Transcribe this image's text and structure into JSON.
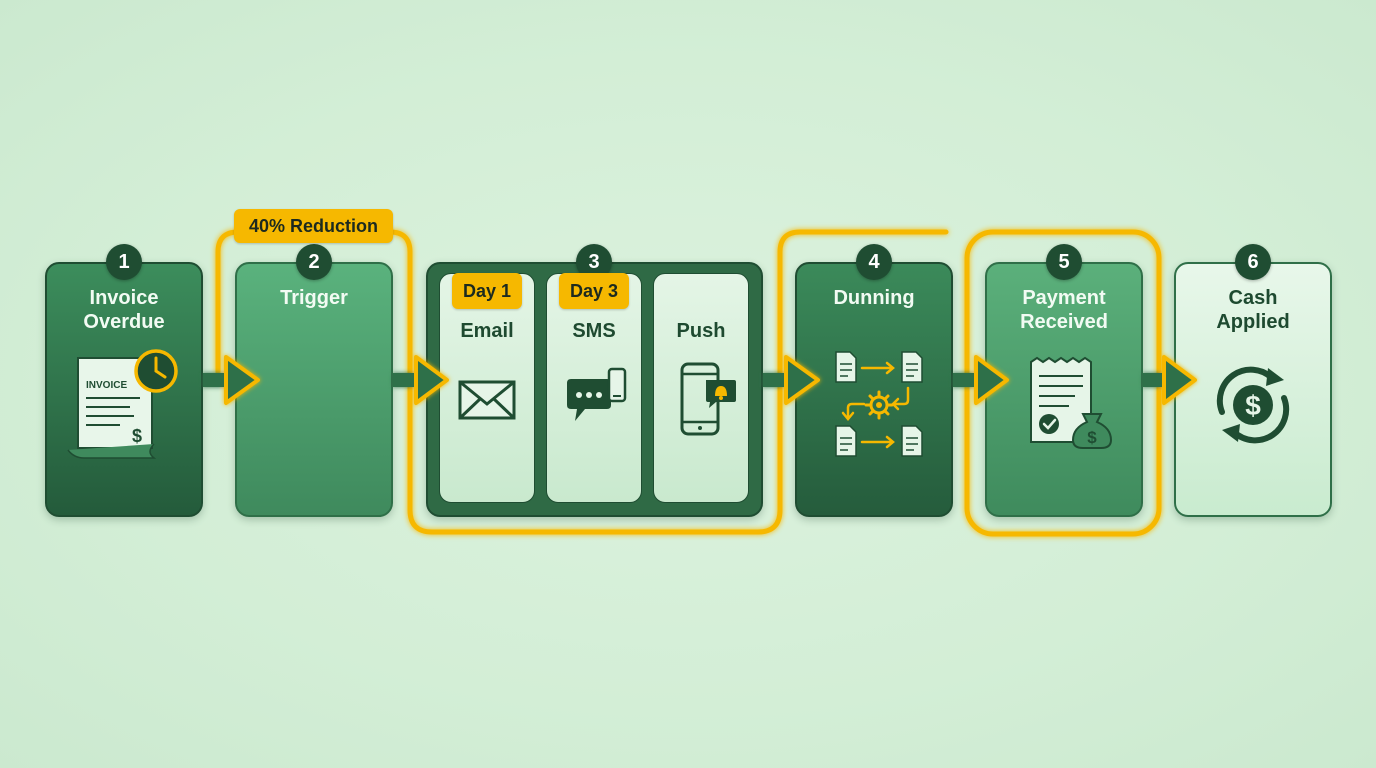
{
  "highlight_badge": "40% Reduction",
  "steps": [
    {
      "number": "1",
      "title_line1": "Invoice",
      "title_line2": "Overdue",
      "icon": "overdue-invoice-clock-icon",
      "icon_text": "INVOICE"
    },
    {
      "number": "2",
      "title_line1": "Trigger",
      "title_line2": ""
    },
    {
      "number": "3",
      "channels": [
        {
          "label": "Email",
          "day": "Day 1",
          "icon": "envelope-icon"
        },
        {
          "label": "SMS",
          "day": "Day 3",
          "icon": "chat-phone-icon"
        },
        {
          "label": "Push",
          "day": "",
          "icon": "phone-bell-icon"
        }
      ]
    },
    {
      "number": "4",
      "title_line1": "Dunning",
      "title_line2": "",
      "icon": "document-workflow-icon"
    },
    {
      "number": "5",
      "title_line1": "Payment",
      "title_line2": "Received",
      "icon": "receipt-money-bag-icon"
    },
    {
      "number": "6",
      "title_line1": "Cash",
      "title_line2": "Applied",
      "icon": "dollar-cycle-icon"
    }
  ],
  "colors": {
    "dark_green": "#1f4d32",
    "mid_green": "#3f8a5d",
    "light_green": "#dcf2de",
    "accent_yellow": "#f6b800"
  }
}
